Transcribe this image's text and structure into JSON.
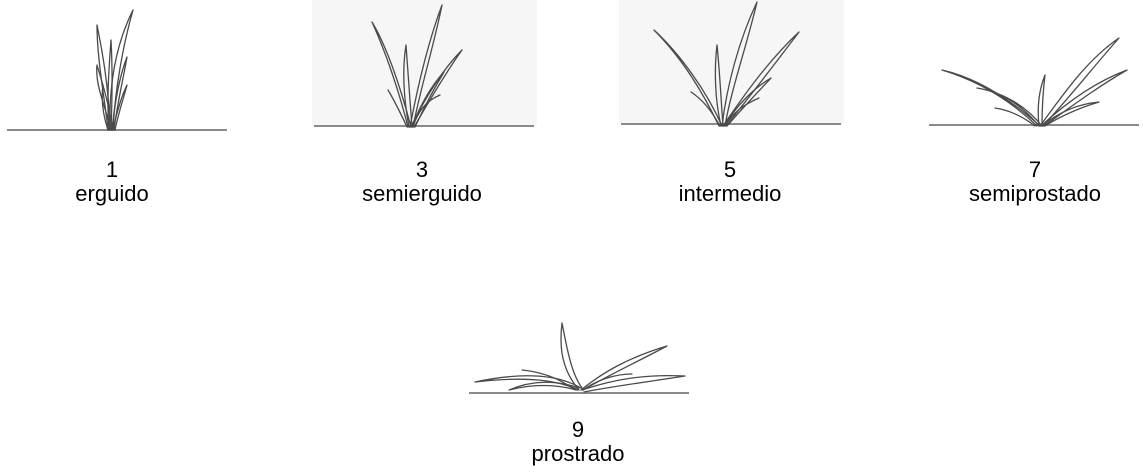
{
  "growth_habits": [
    {
      "score": "1",
      "label": "erguido"
    },
    {
      "score": "3",
      "label": "semierguido"
    },
    {
      "score": "5",
      "label": "intermedio"
    },
    {
      "score": "7",
      "label": "semiprostado"
    },
    {
      "score": "9",
      "label": "prostrado"
    }
  ]
}
